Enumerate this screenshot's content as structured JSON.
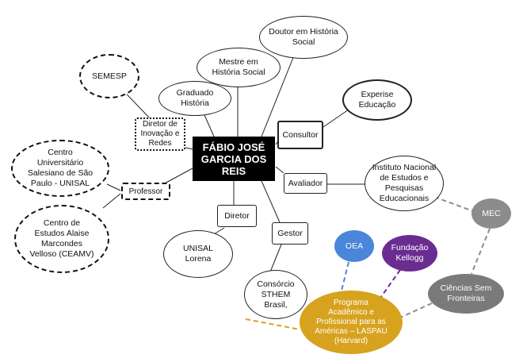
{
  "nodes": {
    "center": {
      "label": "FÁBIO JOSÉ\nGARCIA DOS\nREIS"
    },
    "doutor": {
      "label": "Doutor em História\nSocial"
    },
    "mestre": {
      "label": "Mestre em\nHistória Social"
    },
    "graduado": {
      "label": "Graduado\nHistória"
    },
    "semesp": {
      "label": "SEMESP"
    },
    "diretor_inovacao": {
      "label": "Diretor de\nInovação e\nRedes"
    },
    "consultor": {
      "label": "Consultor"
    },
    "experise": {
      "label": "Experise\nEducação"
    },
    "unisal_centro": {
      "label": "Centro\nUniversitário\nSalesiano de São\nPaulo - UNISAL"
    },
    "professor": {
      "label": "Professor"
    },
    "ceamv": {
      "label": "Centro de\nEstudos Alaise\nMarcondes\nVelloso (CEAMV)"
    },
    "avaliador": {
      "label": "Avaliador"
    },
    "inep": {
      "label": "Instituto Nacional\nde Estudos e\nPesquisas\nEducacionais"
    },
    "mec": {
      "label": "MEC"
    },
    "diretor": {
      "label": "Diretor"
    },
    "gestor": {
      "label": "Gestor"
    },
    "unisal_lorena": {
      "label": "UNISAL\nLorena"
    },
    "oea": {
      "label": "OEA"
    },
    "kellogg": {
      "label": "Fundação\nKellogg"
    },
    "ciencias": {
      "label": "Ciências Sem\nFronteiras"
    },
    "consorcio": {
      "label": "Consórcio\nSTHEM\nBrasil,"
    },
    "laspau": {
      "label": "Programa\nAcadêmico e\nProfissional para as\nAméricas – LASPAU\n(Harvard)"
    }
  },
  "colors": {
    "center_fill": "#000000",
    "oea": "#4a86d9",
    "kellogg": "#6a2c91",
    "laspau": "#d7a21e",
    "mec": "#8c8c8c",
    "ciencias": "#7a7a7a",
    "edge": "#222222"
  }
}
